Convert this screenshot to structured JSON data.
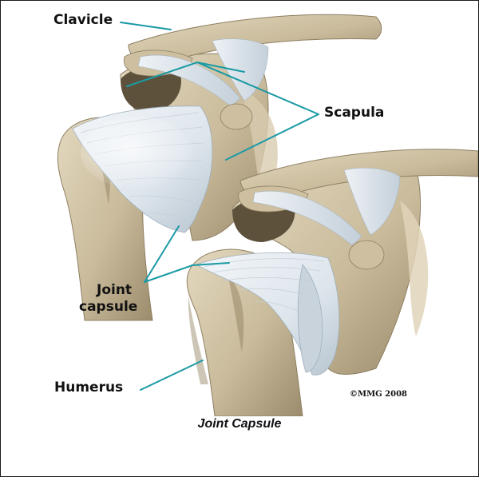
{
  "labels": {
    "clavicle": "Clavicle",
    "scapula": "Scapula",
    "joint_capsule_line1": "Joint",
    "joint_capsule_line2": "capsule",
    "humerus": "Humerus"
  },
  "copyright": "©MMG 2008",
  "caption": "Joint Capsule",
  "colors": {
    "bone": "#cfc2a6",
    "bone_shadow": "#9e8f70",
    "capsule": "#e6edf2",
    "capsule_shadow": "#b9c6d0",
    "ligament": "#dde5ec",
    "leader_line": "#1a9aa5",
    "text": "#111111",
    "border": "#1a1a1a"
  }
}
